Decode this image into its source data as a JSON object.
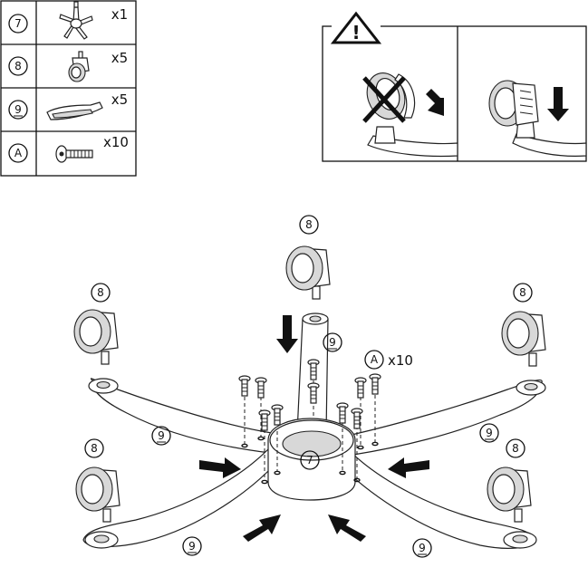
{
  "parts": [
    {
      "id": "7",
      "qty": "x1",
      "icon": "star-base-icon"
    },
    {
      "id": "8",
      "qty": "x5",
      "icon": "caster-wheel-icon"
    },
    {
      "id": "9",
      "qty": "x5",
      "icon": "leg-cover-icon",
      "underline": true
    },
    {
      "id": "A",
      "qty": "x10",
      "icon": "bolt-icon"
    }
  ],
  "warning": {
    "symbol": "!"
  },
  "assembly": {
    "base_label": "7",
    "caster_label": "8",
    "leg_label": "9",
    "bolt_label": "A",
    "bolt_qty": "x10"
  }
}
